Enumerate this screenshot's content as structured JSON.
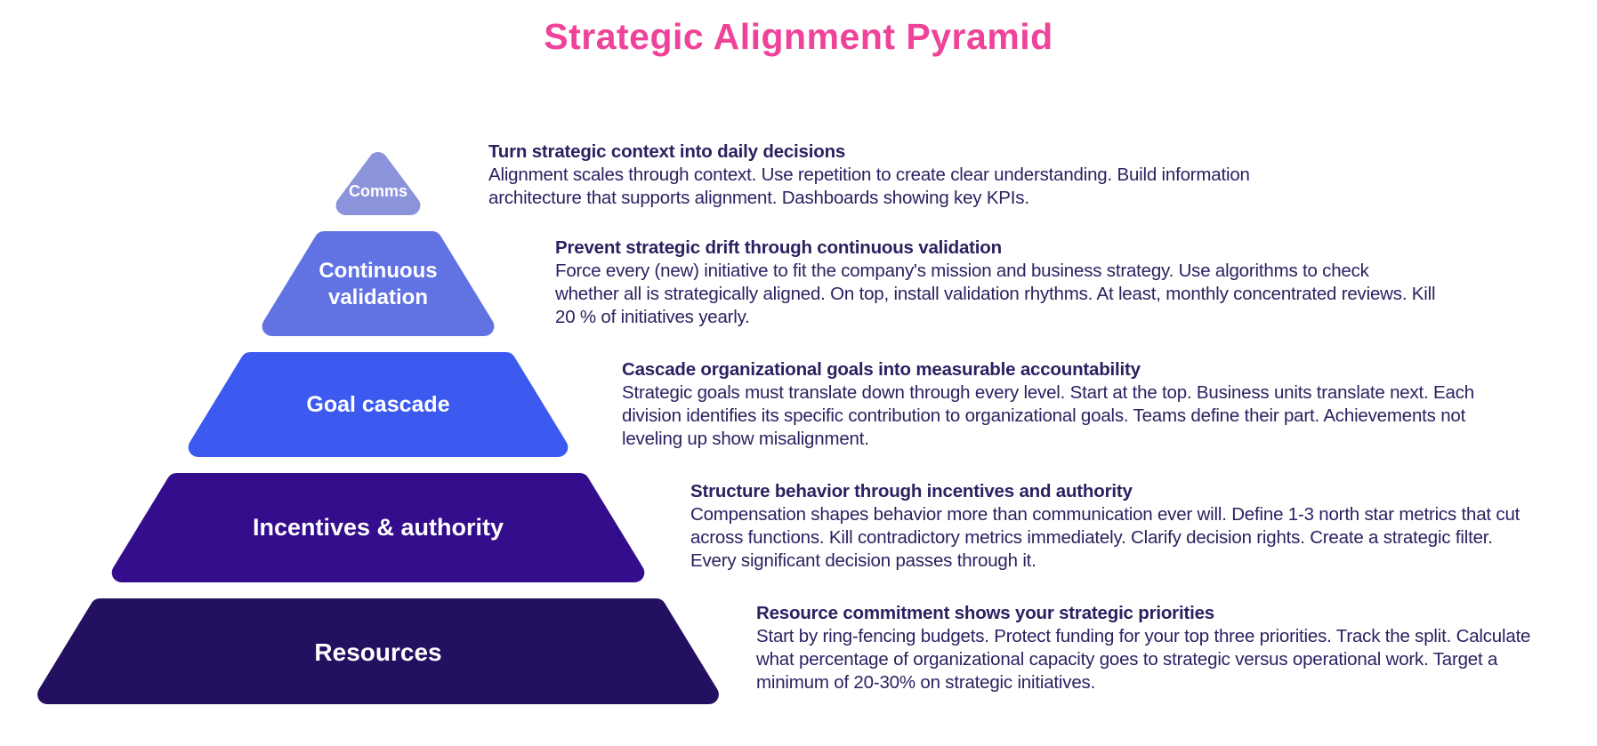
{
  "title": "Strategic Alignment Pyramid",
  "colors": {
    "title": "#ee4399",
    "text": "#2b2161",
    "label": "#ffffff"
  },
  "pyramid": {
    "levels": [
      {
        "label": "Comms",
        "color": "#8b93db",
        "description": {
          "heading": "Turn strategic context into daily decisions",
          "body": "Alignment scales through context. Use repetition to create clear understanding. Build information architecture that supports alignment. Dashboards showing key KPIs."
        }
      },
      {
        "label": "Continuous validation",
        "color": "#6173e3",
        "description": {
          "heading": "Prevent strategic drift through continuous validation",
          "body": "Force every (new) initiative to fit the company's mission and business strategy. Use algorithms to check whether all is strategically aligned. On top, install validation rhythms. At least, monthly concentrated reviews. Kill 20 % of initiatives yearly."
        }
      },
      {
        "label": "Goal cascade",
        "color": "#3c59f0",
        "description": {
          "heading": "Cascade organizational goals into measurable accountability",
          "body": "Strategic goals must translate down through every level. Start at the top. Business units translate next. Each division identifies its specific contribution to organizational goals. Teams define their part. Achievements not leveling up show misalignment."
        }
      },
      {
        "label": "Incentives & authority",
        "color": "#340d8c",
        "description": {
          "heading": "Structure behavior through incentives and authority",
          "body": "Compensation shapes behavior more than communication ever will. Define 1-3 north star metrics that cut across functions. Kill contradictory metrics immediately. Clarify decision rights. Create a strategic filter. Every significant decision passes through it."
        }
      },
      {
        "label": "Resources",
        "color": "#241061",
        "description": {
          "heading": "Resource commitment shows your strategic priorities",
          "body": "Start by ring-fencing budgets. Protect funding for your top three priorities. Track the split. Calculate what percentage of organizational capacity goes to strategic versus operational work. Target a minimum of 20-30% on strategic initiatives."
        }
      }
    ]
  }
}
